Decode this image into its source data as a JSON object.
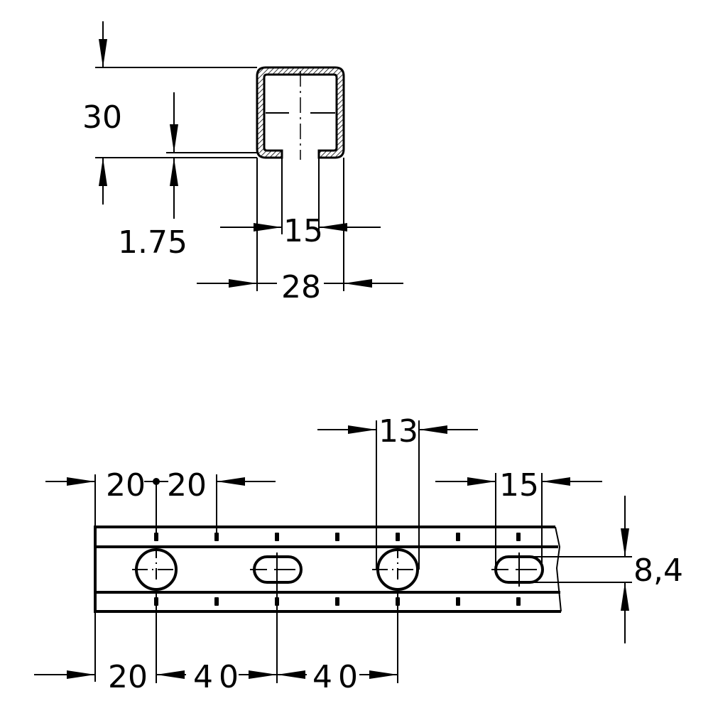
{
  "drawing": {
    "title": "C-channel profile rail with hole pattern",
    "colors": {
      "line": "#000000",
      "background": "#ffffff"
    }
  },
  "cross_section": {
    "height_label": "30",
    "wall_thickness_label": "1.75",
    "opening_width_label": "15",
    "outer_width_label": "28"
  },
  "rail_view": {
    "pitch_left_label": "20",
    "pitch_right_label": "20",
    "round_hole_diameter_label": "13",
    "slot_length_label": "15",
    "slot_width_label": "8,4",
    "bottom_dims": [
      "20",
      "40",
      "40"
    ]
  }
}
